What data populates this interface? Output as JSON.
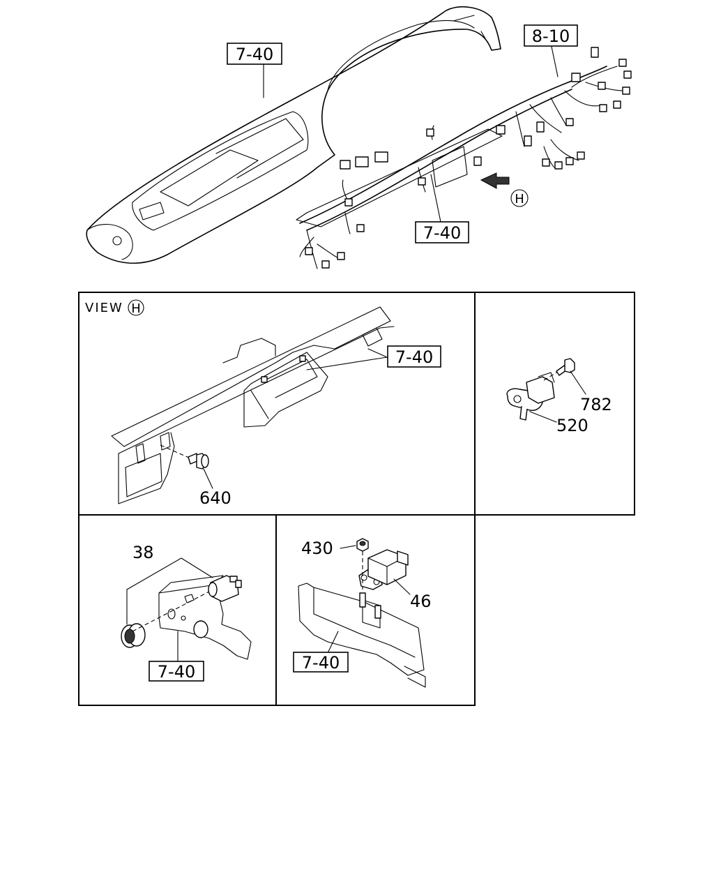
{
  "top": {
    "ref_dashboard": "7-40",
    "ref_harness": "8-10",
    "ref_bracket": "7-40",
    "view_marker": "H"
  },
  "view_h": {
    "view_label": "VIEW",
    "view_letter": "H",
    "ref_bracket": "7-40",
    "part_bolt": "640"
  },
  "sensor_panel": {
    "part_screw": "782",
    "part_sensor": "520"
  },
  "bulb_panel": {
    "part_socket": "38",
    "ref_bracket": "7-40"
  },
  "relay_panel": {
    "part_nut": "430",
    "part_relay": "46",
    "ref_bracket": "7-40"
  }
}
